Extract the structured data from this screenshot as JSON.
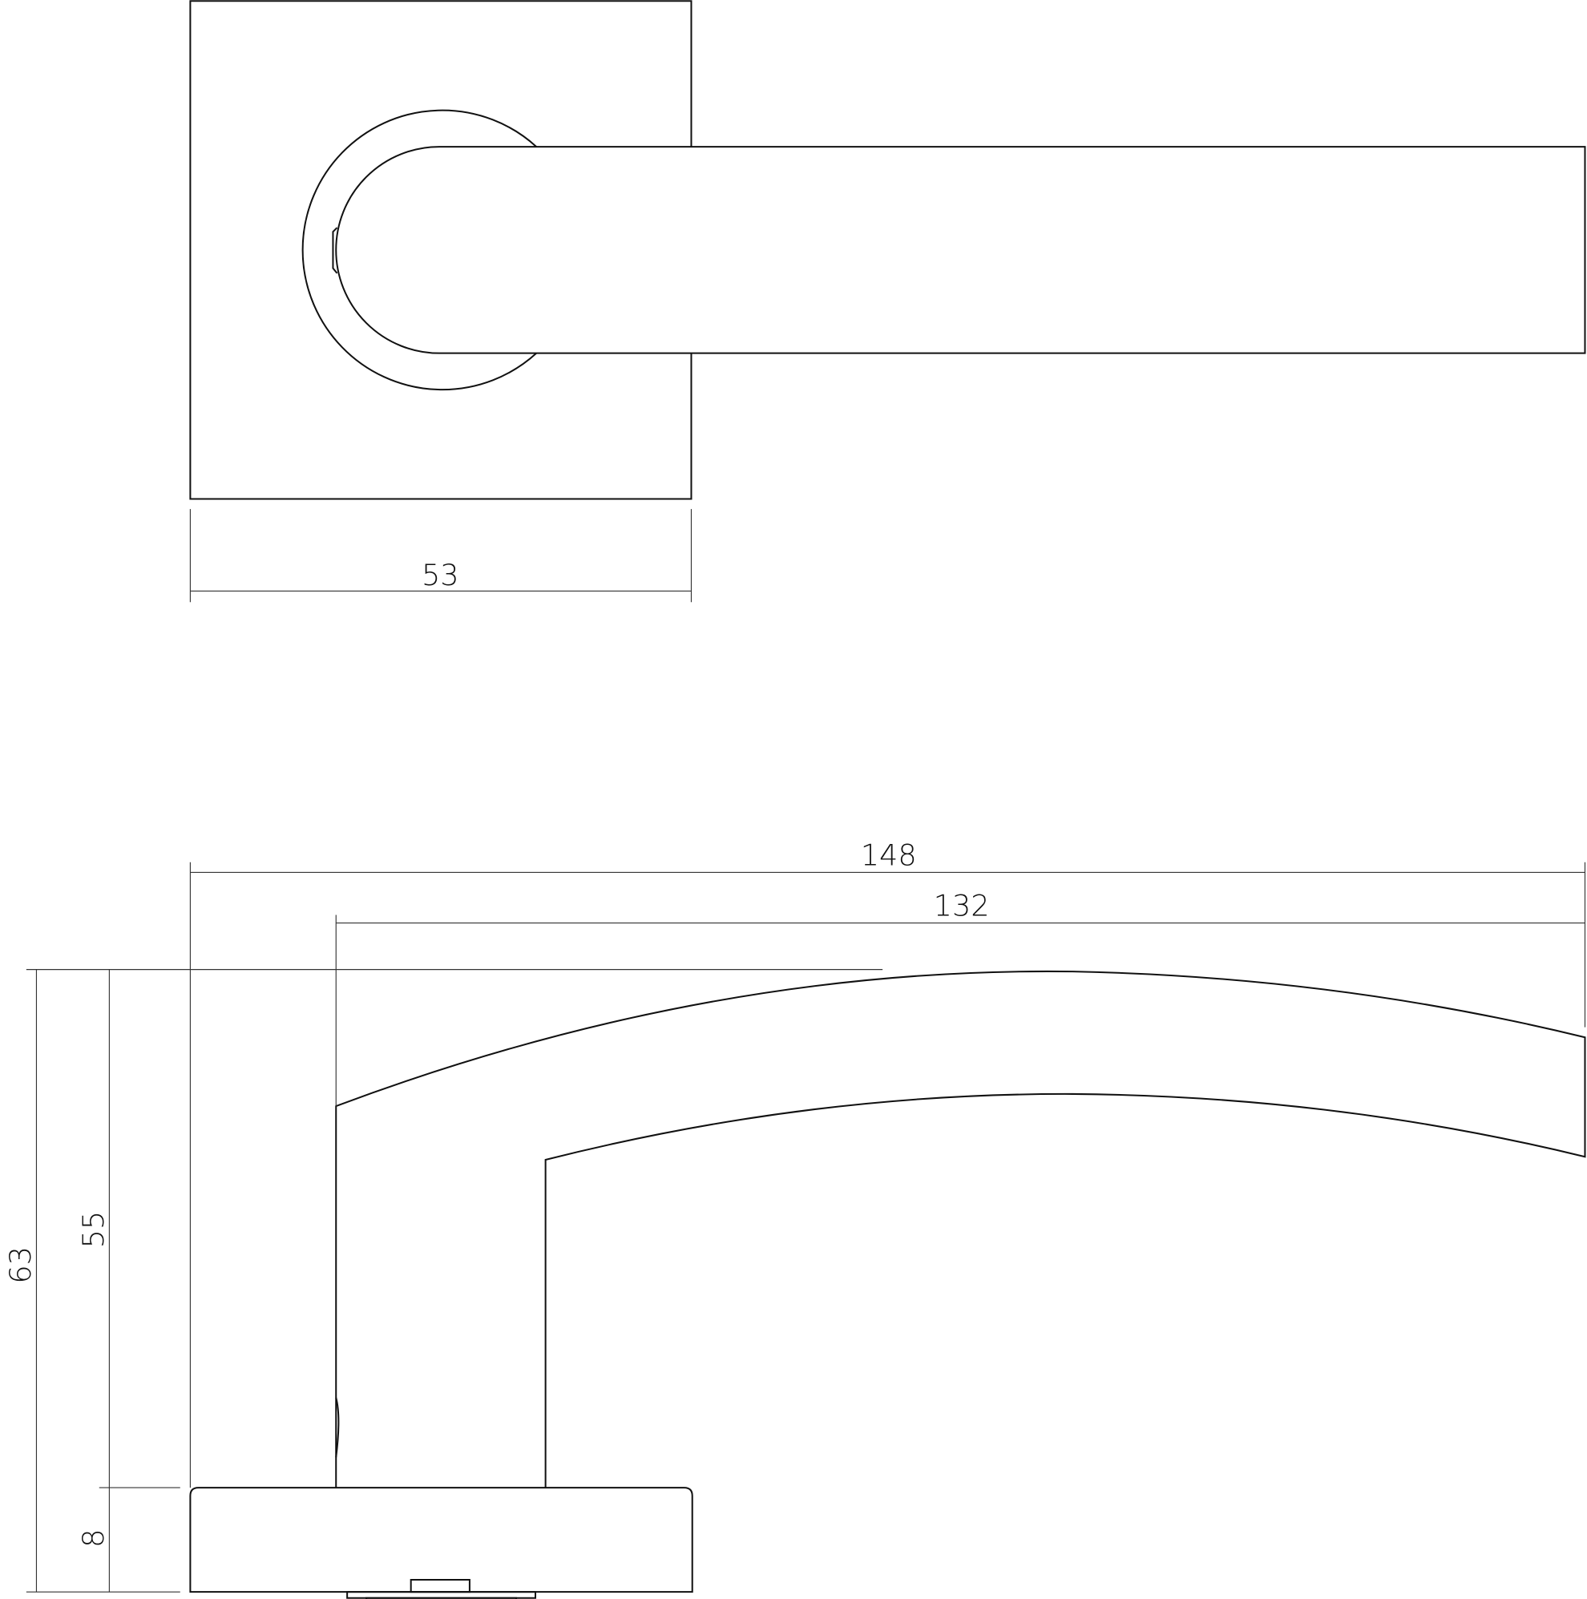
{
  "drawing": {
    "subject": "door lever handle on square rosette",
    "views": [
      {
        "name": "top-view",
        "description": "Plan view of lever on square rosette"
      },
      {
        "name": "side-view",
        "description": "Elevation of curved lever on rosette"
      }
    ],
    "dimensions": {
      "rosette_width": "53",
      "overall_length": "148",
      "lever_length": "132",
      "overall_height": "63",
      "lever_height": "55",
      "rosette_thickness": "8"
    },
    "colors": {
      "line": "#111111",
      "background": "#ffffff"
    }
  }
}
